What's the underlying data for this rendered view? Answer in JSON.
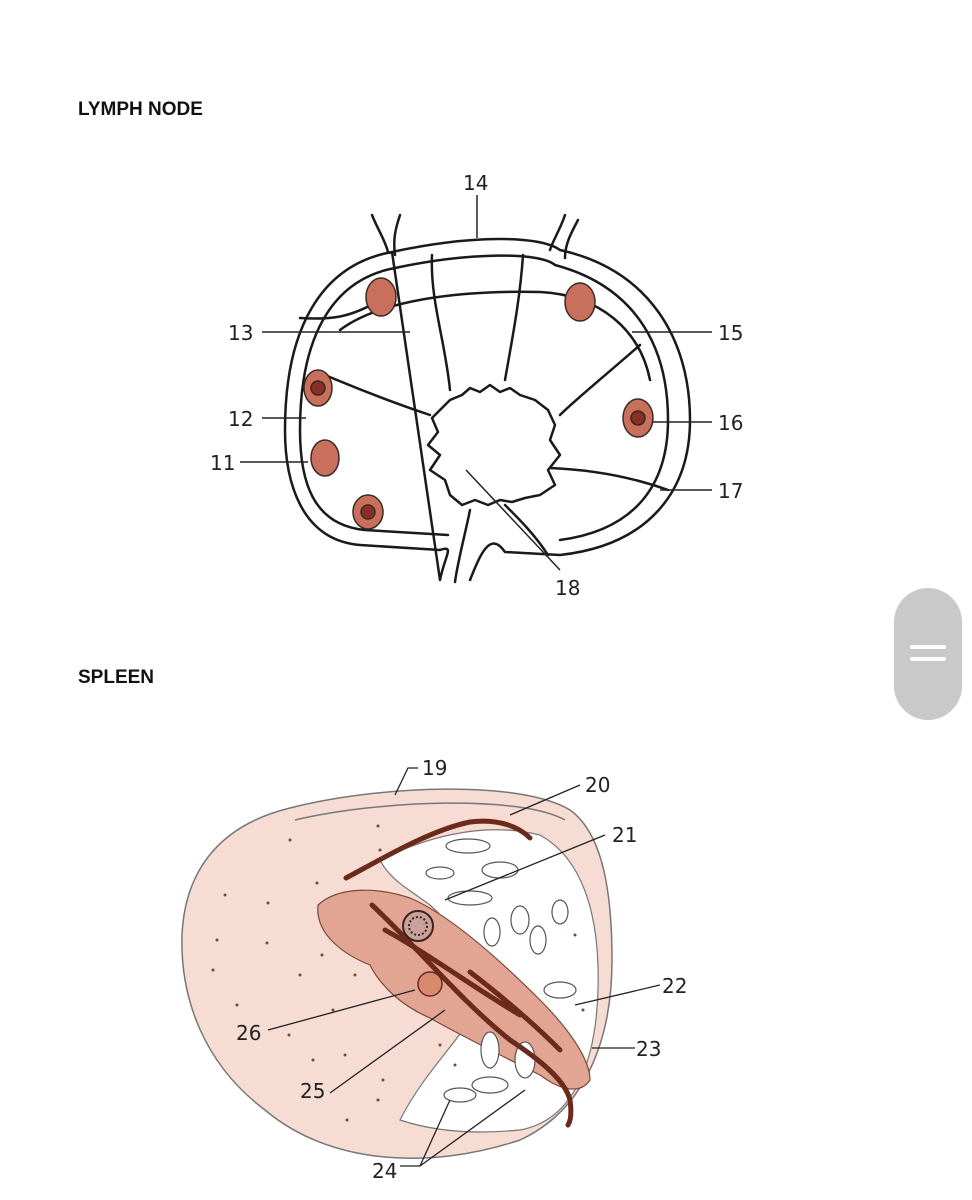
{
  "sections": {
    "lymph_title": "LYMPH NODE",
    "spleen_title": "SPLEEN"
  },
  "lymph_node_labels": {
    "l11": "11",
    "l12": "12",
    "l13": "13",
    "l14": "14",
    "l15": "15",
    "l16": "16",
    "l17": "17",
    "l18": "18"
  },
  "spleen_labels": {
    "l19": "19",
    "l20": "20",
    "l21": "21",
    "l22": "22",
    "l23": "23",
    "l24": "24",
    "l25": "25",
    "l26": "26"
  },
  "colors": {
    "outline": "#1a1a1a",
    "follicle": "#c8705c",
    "follicle_center": "#8a2f24",
    "spleen_fill": "#f6dcd3",
    "spleen_pulp": "#e2a493",
    "vessel": "#6b2a1c",
    "scroll_handle": "#c9c9c9"
  },
  "icons": {
    "scroll": "drag-handle-icon"
  }
}
